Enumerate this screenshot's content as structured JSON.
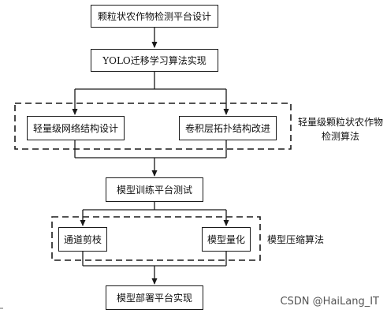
{
  "diagram": {
    "nodes": {
      "platform_design": "颗粒状农作物检测平台设计",
      "yolo_transfer": "YOLO迁移学习算法实现",
      "lightweight_network": "轻量级网络结构设计",
      "conv_topology": "卷积层拓扑结构改进",
      "training_test": "模型训练平台测试",
      "channel_pruning": "通道剪枝",
      "quantization": "模型量化",
      "deployment": "模型部署平台实现"
    },
    "groups": {
      "detection_algorithm": {
        "line1": "轻量级颗粒状农作物",
        "line2": "检测算法"
      },
      "compression_algorithm": "模型压缩算法"
    },
    "edges": [
      [
        "platform_design",
        "yolo_transfer"
      ],
      [
        "yolo_transfer",
        "lightweight_network"
      ],
      [
        "yolo_transfer",
        "conv_topology"
      ],
      [
        "lightweight_network",
        "training_test"
      ],
      [
        "conv_topology",
        "training_test"
      ],
      [
        "training_test",
        "channel_pruning"
      ],
      [
        "training_test",
        "quantization"
      ],
      [
        "channel_pruning",
        "deployment"
      ],
      [
        "quantization",
        "deployment"
      ]
    ]
  },
  "watermark": "CSDN @HaiLang_IT",
  "colors": {
    "stroke": "#1a1a1a",
    "text": "#111111",
    "watermark": "#555555"
  }
}
